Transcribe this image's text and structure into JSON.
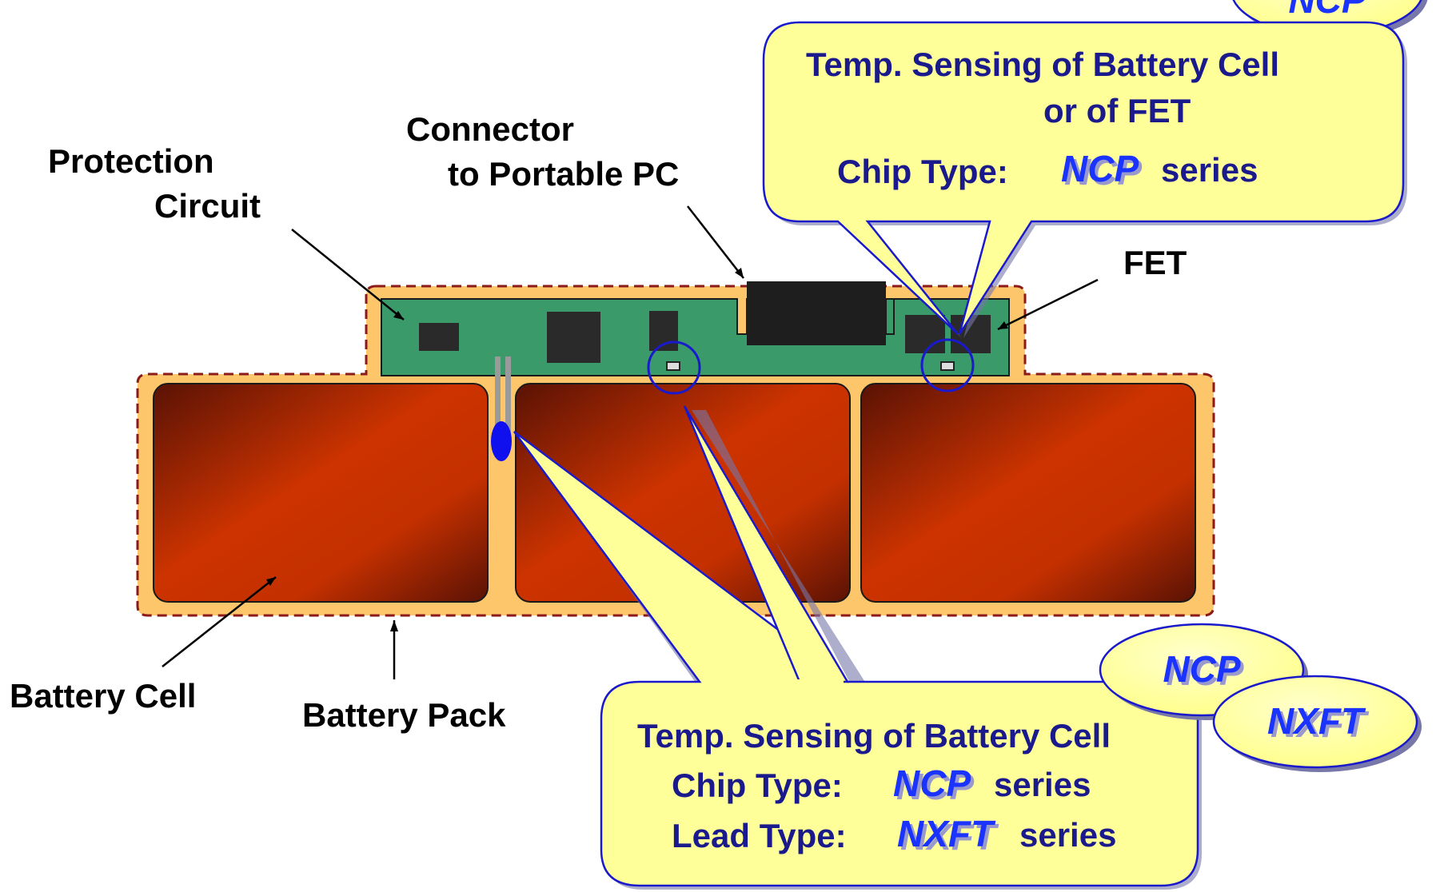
{
  "labels": {
    "protection_line1": "Protection",
    "protection_line2": "Circuit",
    "connector_line1": "Connector",
    "connector_line2": "to Portable PC",
    "fet": "FET",
    "battery_cell": "Battery Cell",
    "battery_pack": "Battery Pack"
  },
  "top_callout": {
    "line1": "Temp. Sensing of Battery Cell",
    "line2": "or of FET",
    "chip_prefix": "Chip Type:",
    "chip_name": "NCP",
    "chip_suffix": "series"
  },
  "bottom_callout": {
    "line1": "Temp. Sensing of Battery Cell",
    "chip_prefix": "Chip Type:",
    "chip_name": "NCP",
    "chip_suffix": "series",
    "lead_prefix": "Lead Type:",
    "lead_name": "NXFT",
    "lead_suffix": "series"
  },
  "badges": {
    "top_partial": "NCP",
    "ncp": "NCP",
    "nxft": "NXFT"
  },
  "colors": {
    "pack_fill": "#fdc66b",
    "pack_border": "#8b1a1a",
    "pcb": "#3a9a6a",
    "cell_dark": "#5a1205",
    "cell_bright": "#cc3300",
    "callout_fill": "#ffff99",
    "callout_border": "#1a1acc",
    "chip_text": "#1a33ff"
  }
}
